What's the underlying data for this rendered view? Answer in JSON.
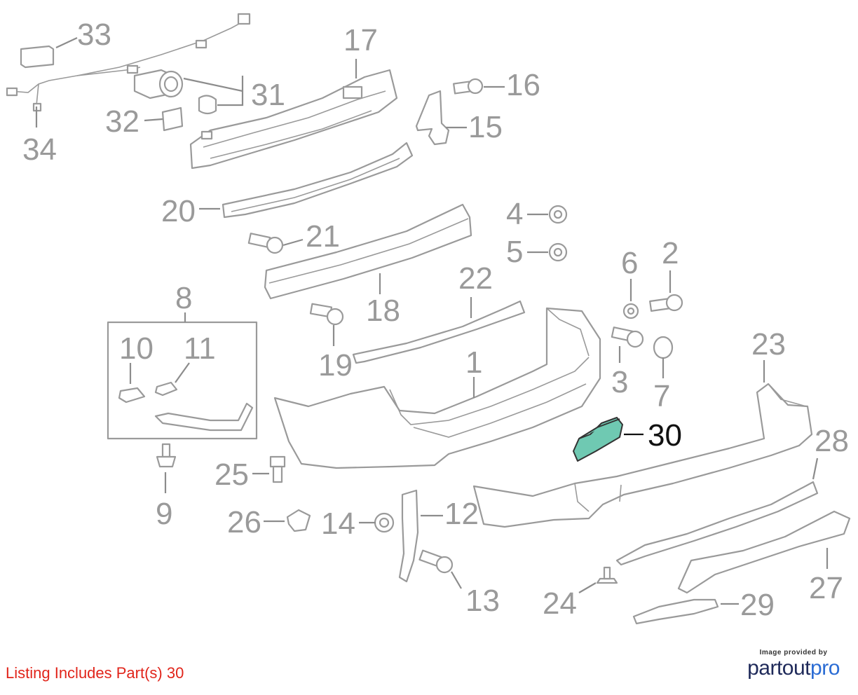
{
  "diagram": {
    "callouts": [
      "1",
      "2",
      "3",
      "4",
      "5",
      "6",
      "7",
      "8",
      "9",
      "10",
      "11",
      "12",
      "13",
      "14",
      "15",
      "16",
      "17",
      "18",
      "19",
      "20",
      "21",
      "22",
      "23",
      "24",
      "25",
      "26",
      "27",
      "28",
      "29",
      "30",
      "31",
      "32",
      "33",
      "34"
    ],
    "highlighted_part": "30"
  },
  "footer": {
    "listing_note": "Listing Includes Part(s) 30",
    "credit_line": "Image provided by",
    "brand_main": "partout",
    "brand_accent": "pro"
  },
  "colors": {
    "highlight_fill": "#6fc9b2",
    "line_gray": "#9a9a9a",
    "note_red": "#e1251b",
    "brand_navy": "#1f2a5a",
    "brand_blue": "#2b6cd4"
  }
}
